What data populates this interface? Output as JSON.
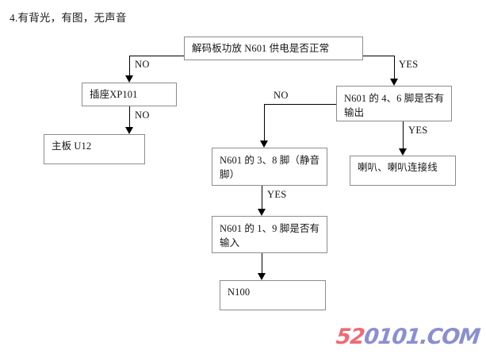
{
  "document": {
    "title": "4.有背光，有图，无声音"
  },
  "flowchart": {
    "type": "flowchart",
    "nodes": [
      {
        "id": "root",
        "label": "解码板功放 N601 供电是否正常"
      },
      {
        "id": "xp101",
        "label": "插座XP101"
      },
      {
        "id": "u12",
        "label": "主板 U12"
      },
      {
        "id": "n601_46",
        "label": "N601 的 4、6 脚是否有输出"
      },
      {
        "id": "speaker",
        "label": "喇叭、喇叭连接线"
      },
      {
        "id": "n601_38",
        "label": "N601 的 3、8 脚（静音脚）"
      },
      {
        "id": "n601_19",
        "label": "N601 的 1、9 脚是否有输入"
      },
      {
        "id": "n100",
        "label": "N100"
      }
    ],
    "edges": [
      {
        "from": "root",
        "to": "xp101",
        "label": "NO"
      },
      {
        "from": "root",
        "to": "n601_46",
        "label": "YES"
      },
      {
        "from": "xp101",
        "to": "u12",
        "label": "NO"
      },
      {
        "from": "n601_46",
        "to": "n601_38",
        "label": "NO"
      },
      {
        "from": "n601_46",
        "to": "speaker",
        "label": "YES"
      },
      {
        "from": "n601_38",
        "to": "n601_19",
        "label": "YES"
      },
      {
        "from": "n601_19",
        "to": "n100",
        "label": ""
      }
    ]
  },
  "watermark": {
    "part_red": "52",
    "part_blue": "0101.COM",
    "color_red": "#f06a74",
    "color_blue": "#8b8fd0"
  }
}
